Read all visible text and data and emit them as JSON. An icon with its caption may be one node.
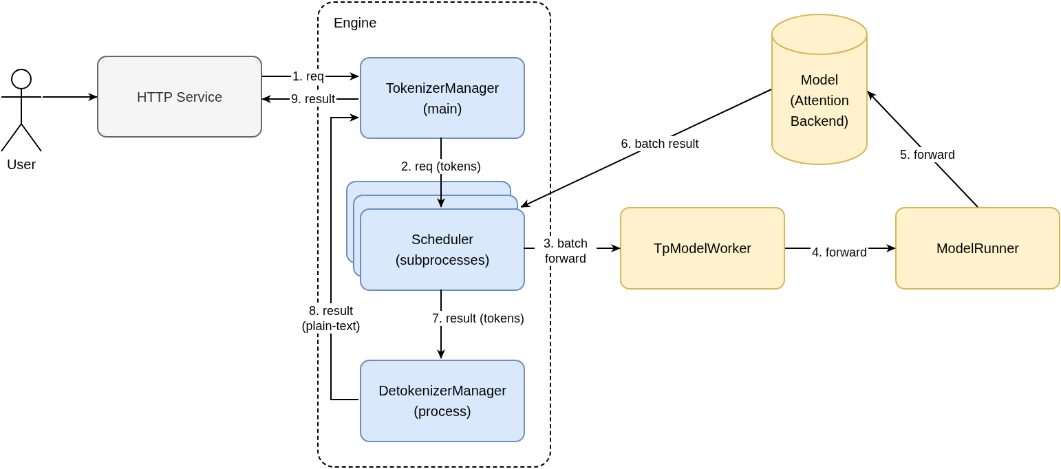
{
  "diagram": {
    "nodes": [
      {
        "text": [
          "User"
        ]
      },
      {
        "text": [
          "HTTP Service"
        ]
      },
      {
        "text": [
          "Engine"
        ]
      },
      {
        "text": [
          "TokenizerManager (main)"
        ],
        "in": 2
      },
      {
        "text": [
          "Scheduler (subprocesses)"
        ],
        "in": 2
      },
      {
        "text": [
          "DetokenizerManager (process)"
        ],
        "in": 2
      },
      {
        "text": [
          "TpModelWorker"
        ]
      },
      {
        "text": [
          "ModelRunner"
        ]
      },
      {
        "text": [
          "Model (Attention Backend)"
        ]
      }
    ],
    "edges": [
      {
        "from": 0,
        "to": 1,
        "arrow": "to"
      },
      {
        "from": 1,
        "to": 3,
        "arrow": "to",
        "label": "1. req"
      },
      {
        "from": 3,
        "to": 1,
        "arrow": "to",
        "label": "9. result"
      },
      {
        "from": 3,
        "to": 4,
        "arrow": "to",
        "label": "2. req (tokens)"
      },
      {
        "from": 4,
        "to": 6,
        "arrow": "to",
        "label": "3. batch forward"
      },
      {
        "from": 6,
        "to": 7,
        "arrow": "to",
        "label": "4. forward"
      },
      {
        "from": 7,
        "to": 8,
        "arrow": "to",
        "label": "5. forward"
      },
      {
        "from": 8,
        "to": 4,
        "arrow": "to",
        "label": "6. batch result"
      },
      {
        "from": 4,
        "to": 5,
        "arrow": "to",
        "label": "7. result (tokens)"
      },
      {
        "from": 5,
        "to": 3,
        "arrow": "to",
        "label": "8. result (plain-text)"
      }
    ]
  }
}
